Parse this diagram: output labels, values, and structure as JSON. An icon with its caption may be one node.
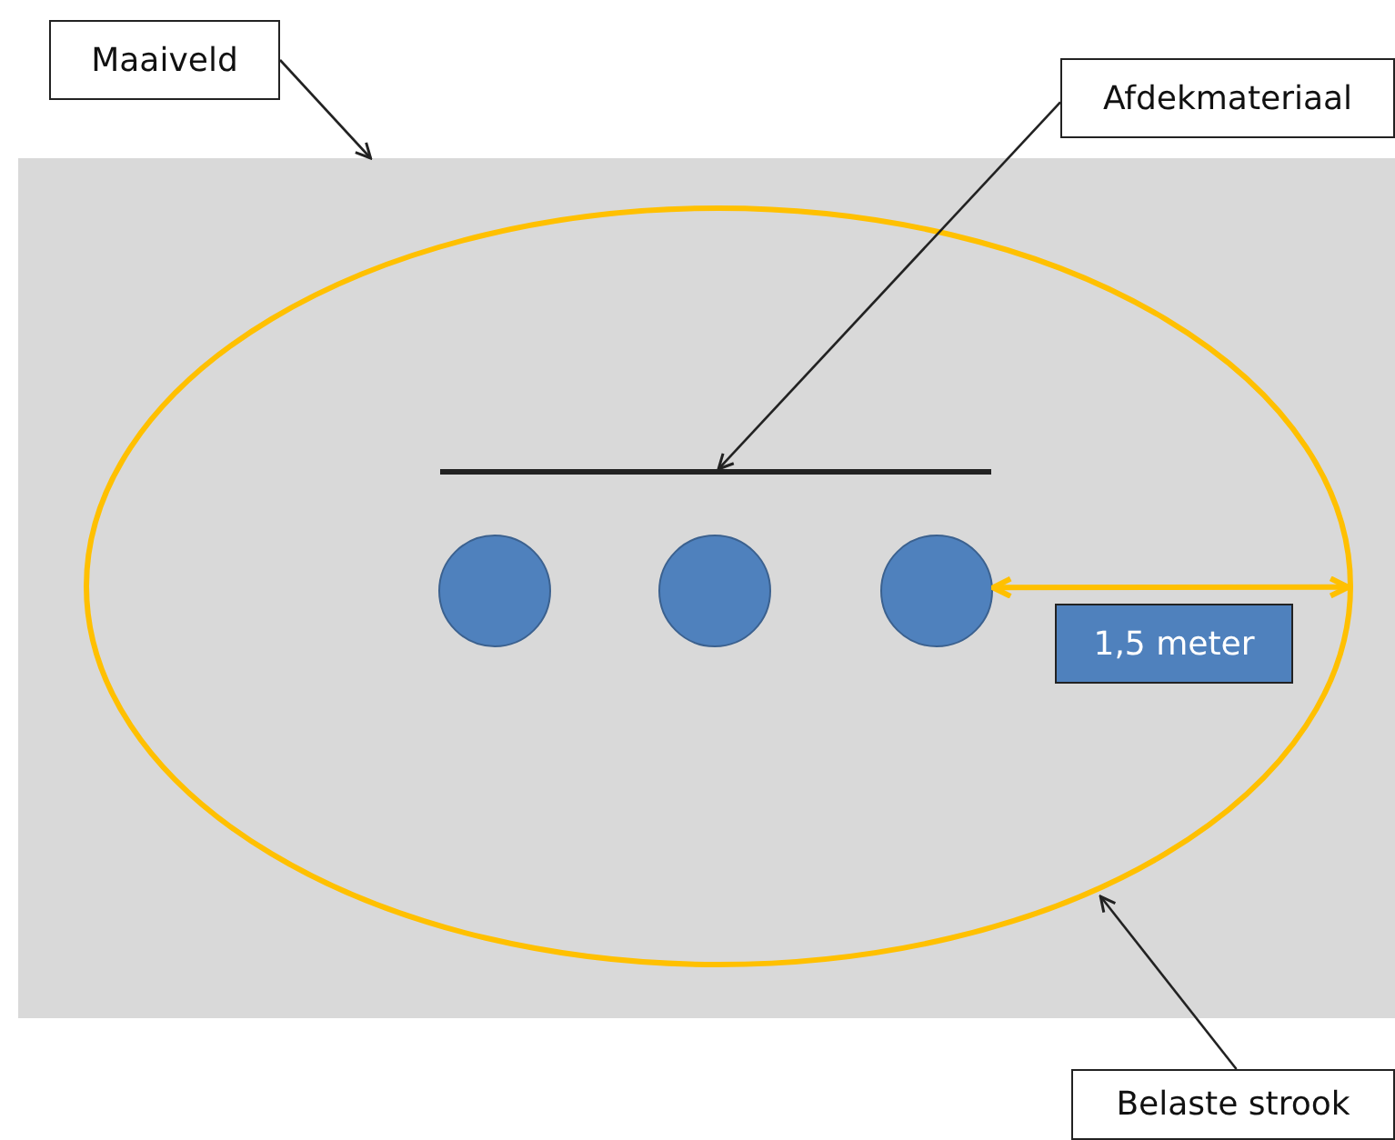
{
  "diagram": {
    "nodes": [
      {
        "text": [
          "Maaiveld"
        ]
      },
      {
        "text": [],
        "shape": "box"
      },
      {
        "text": [
          "Afdekmateriaal"
        ]
      },
      {
        "text": [],
        "shape": "bar",
        "in": 7
      },
      {
        "text": [],
        "shape": "circle",
        "in": 7
      },
      {
        "text": [],
        "shape": "circle",
        "in": 7
      },
      {
        "text": [],
        "shape": "circle",
        "in": 7
      },
      {
        "text": [],
        "shape": "ellipse",
        "in": 1
      },
      {
        "text": [
          "1,5 meter"
        ],
        "in": 7
      },
      {
        "text": [
          "Belaste strook"
        ]
      }
    ],
    "edges": [
      {
        "from": 0,
        "to": 1,
        "arrow": "to"
      },
      {
        "from": 2,
        "to": 3,
        "arrow": "to"
      },
      {
        "from": 9,
        "to": 7,
        "arrow": "to"
      },
      {
        "from": 6,
        "to": 7,
        "arrow": "both",
        "style": "thick",
        "color": "#ffc000"
      }
    ]
  }
}
